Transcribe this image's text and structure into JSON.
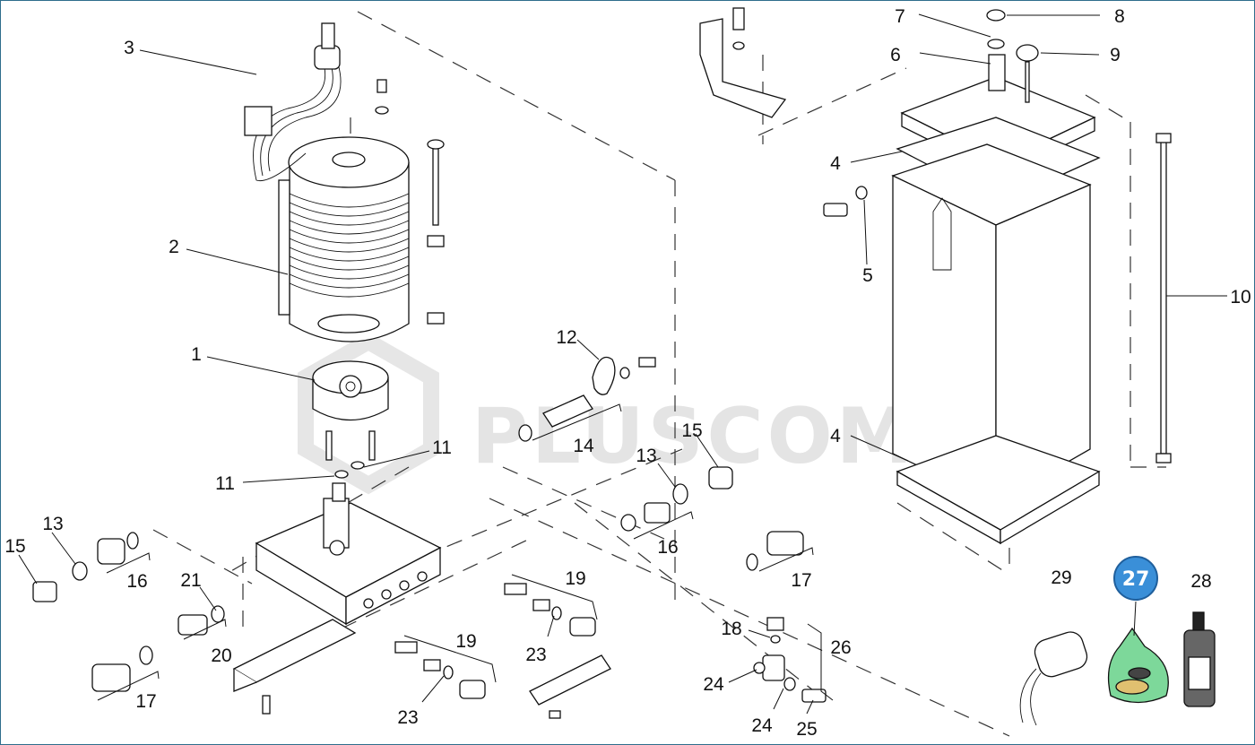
{
  "watermark": "PLUSCOM",
  "callouts": {
    "c1": "1",
    "c2": "2",
    "c3": "3",
    "c4a": "4",
    "c4b": "4",
    "c5": "5",
    "c6": "6",
    "c7": "7",
    "c8": "8",
    "c9": "9",
    "c10": "10",
    "c11a": "11",
    "c11b": "11",
    "c12": "12",
    "c13a": "13",
    "c13b": "13",
    "c14": "14",
    "c15a": "15",
    "c15b": "15",
    "c16a": "16",
    "c16b": "16",
    "c17a": "17",
    "c17b": "17",
    "c18": "18",
    "c19a": "19",
    "c19b": "19",
    "c20": "20",
    "c21": "21",
    "c23a": "23",
    "c23b": "23",
    "c24a": "24",
    "c24b": "24",
    "c25": "25",
    "c26": "26",
    "c27": "27",
    "c28": "28",
    "c29": "29"
  },
  "colors": {
    "frame": "#2f6d8c",
    "badge": "#3a8fd8",
    "bag": "#7dd89a",
    "line": "#111111"
  }
}
